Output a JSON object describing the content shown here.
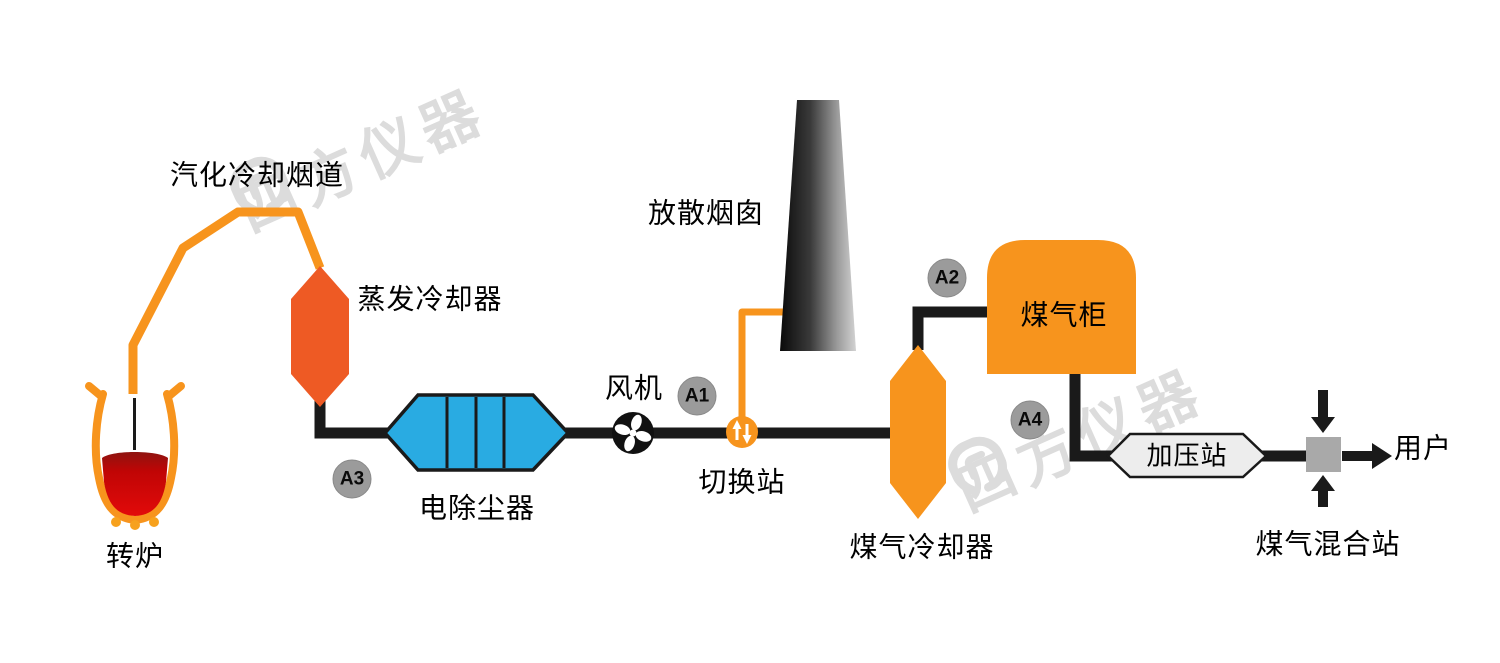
{
  "watermark": {
    "text": "四方仪器"
  },
  "labels": {
    "vaporization_flue": "汽化冷却烟道",
    "evaporative_cooler": "蒸发冷却器",
    "converter": "转炉",
    "electrostatic_precipitator": "电除尘器",
    "fan": "风机",
    "vent_chimney": "放散烟囱",
    "switch_station": "切换站",
    "gas_cooler": "煤气冷却器",
    "gas_holder": "煤气柜",
    "pressurizing_station": "加压站",
    "user": "用户",
    "gas_mixing_station": "煤气混合站"
  },
  "badges": {
    "a1": "A1",
    "a2": "A2",
    "a3": "A3",
    "a4": "A4"
  },
  "colors": {
    "pipe_black": "#1A1A1A",
    "orange": "#F7941D",
    "deep_orange": "#EE5A24",
    "blue": "#29ABE2",
    "badge_gray": "#9B9B9B",
    "station_gray": "#EDEDED",
    "junction_gray": "#A9A9A9",
    "liquid_red": "#D40000",
    "watermark_gray": "#DCDCDC"
  }
}
